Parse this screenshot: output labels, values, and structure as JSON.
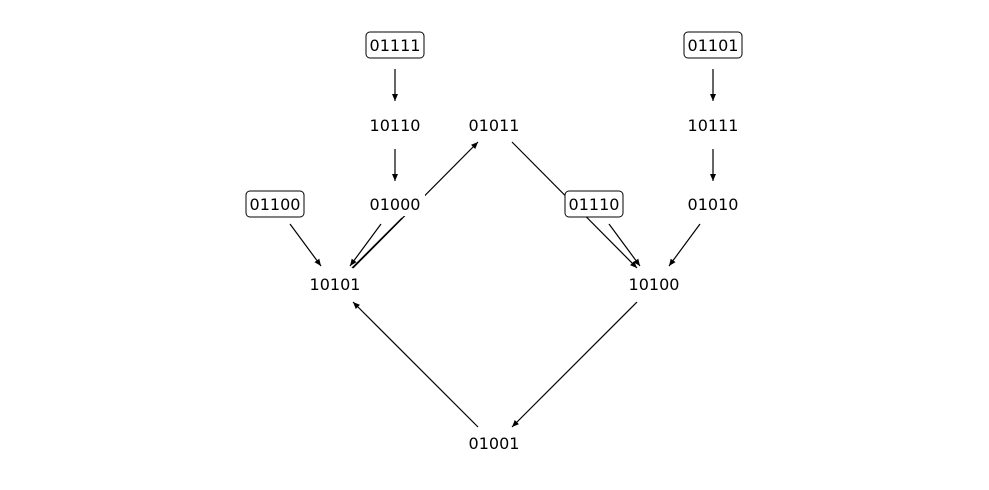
{
  "nodes": [
    {
      "id": "n01111",
      "label": "01111",
      "boxed": true
    },
    {
      "id": "n01101",
      "label": "01101",
      "boxed": true
    },
    {
      "id": "n10110",
      "label": "10110",
      "boxed": false
    },
    {
      "id": "n01011",
      "label": "01011",
      "boxed": false
    },
    {
      "id": "n10111",
      "label": "10111",
      "boxed": false
    },
    {
      "id": "n01100",
      "label": "01100",
      "boxed": true
    },
    {
      "id": "n01000",
      "label": "01000",
      "boxed": false
    },
    {
      "id": "n01110",
      "label": "01110",
      "boxed": true
    },
    {
      "id": "n01010",
      "label": "01010",
      "boxed": false
    },
    {
      "id": "n10101",
      "label": "10101",
      "boxed": false
    },
    {
      "id": "n10100",
      "label": "10100",
      "boxed": false
    },
    {
      "id": "n01001",
      "label": "01001",
      "boxed": false
    }
  ],
  "edges": [
    {
      "from": "n01111",
      "to": "n10110"
    },
    {
      "from": "n10110",
      "to": "n01000"
    },
    {
      "from": "n01101",
      "to": "n10111"
    },
    {
      "from": "n10111",
      "to": "n01010"
    },
    {
      "from": "n01100",
      "to": "n10101"
    },
    {
      "from": "n01000",
      "to": "n10101"
    },
    {
      "from": "n10101",
      "to": "n01011"
    },
    {
      "from": "n01011",
      "to": "n10100"
    },
    {
      "from": "n01110",
      "to": "n10100"
    },
    {
      "from": "n01010",
      "to": "n10100"
    },
    {
      "from": "n10100",
      "to": "n01001"
    },
    {
      "from": "n01001",
      "to": "n10101"
    }
  ]
}
